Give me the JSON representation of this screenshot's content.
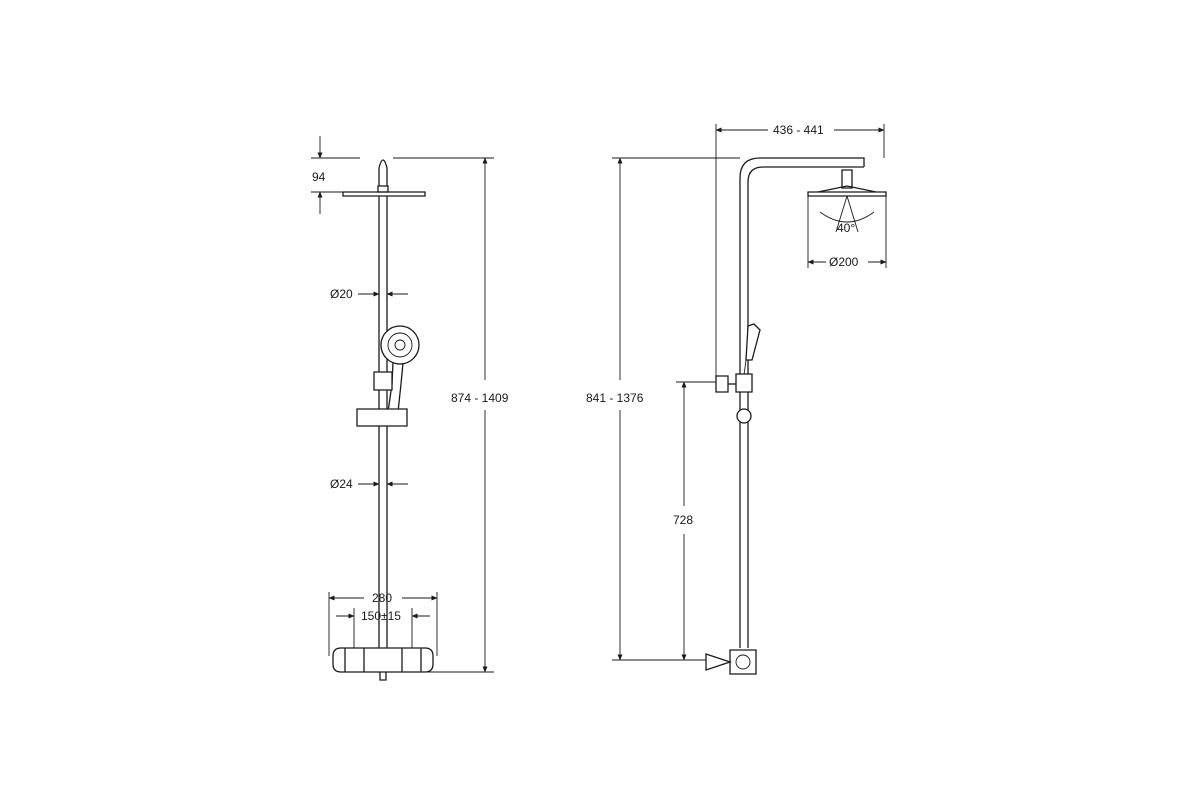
{
  "front_view": {
    "dim_top_offset": "94",
    "dim_rail_top": "Ø20",
    "dim_rail_bottom": "Ø24",
    "dim_total_height": "874 - 1409",
    "dim_mixer_width": "280",
    "dim_inlet_spacing": "150±15"
  },
  "side_view": {
    "dim_arm_projection": "436 - 441",
    "dim_spray_angle": "40°",
    "dim_head_diameter": "Ø200",
    "dim_total_height": "841 - 1376",
    "dim_bracket_height": "728"
  },
  "colors": {
    "line": "#1a1a1a",
    "background": "#ffffff"
  }
}
